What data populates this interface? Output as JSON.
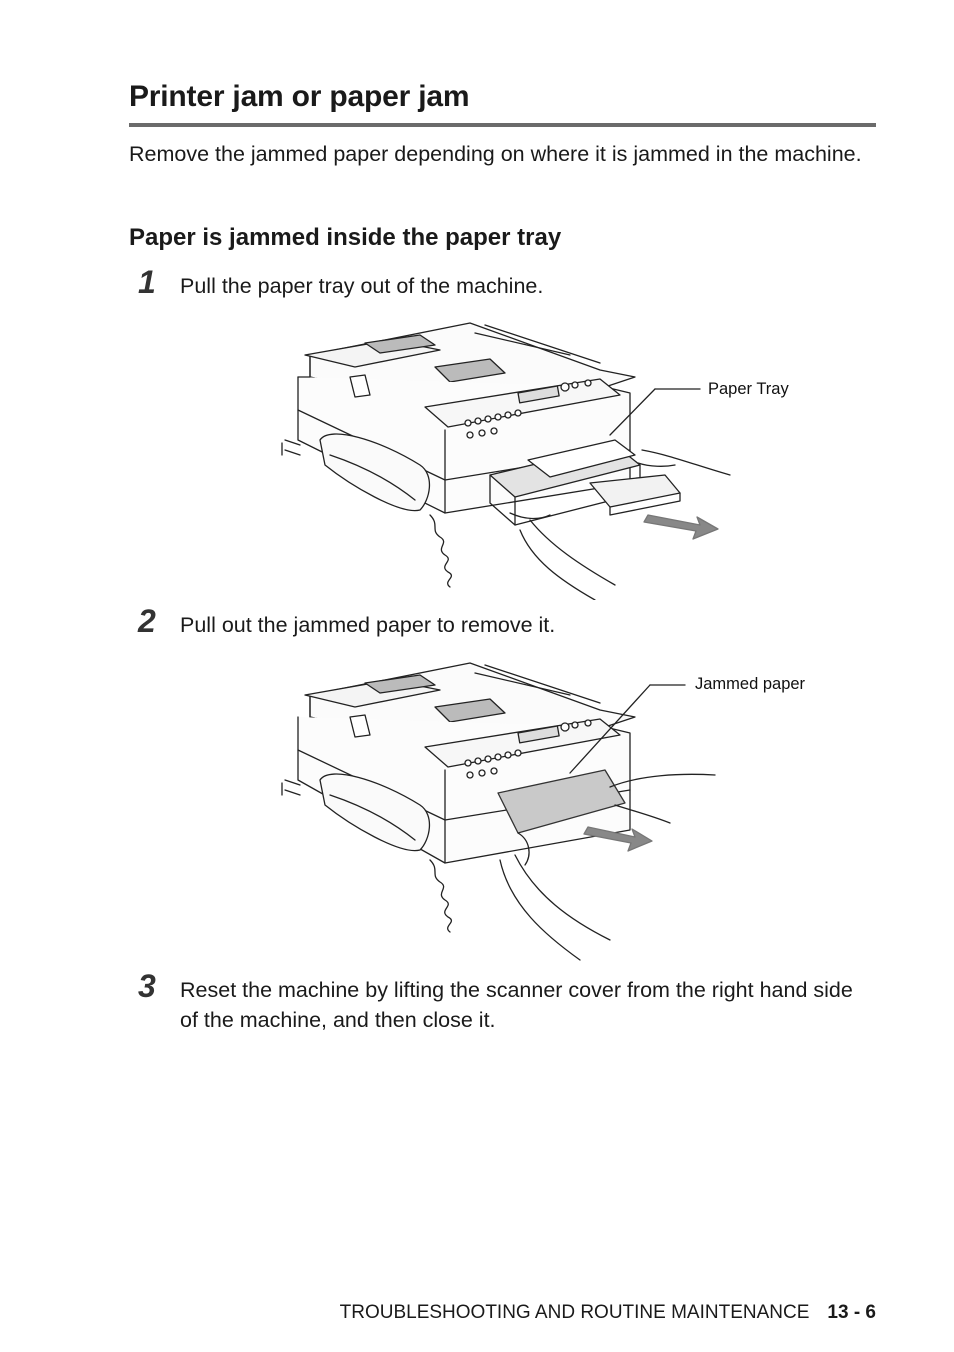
{
  "page": {
    "title": "Printer jam or paper jam",
    "intro": "Remove the jammed paper depending on where it is jammed in the machine.",
    "section_heading": "Paper is jammed inside the paper tray"
  },
  "steps": [
    {
      "number": "1",
      "text": "Pull the paper tray out of the machine."
    },
    {
      "number": "2",
      "text": "Pull out the jammed paper to remove it."
    },
    {
      "number": "3",
      "text": "Reset the machine by lifting the scanner cover from the right hand side of the machine, and then close it."
    }
  ],
  "figures": [
    {
      "callout": "Paper Tray"
    },
    {
      "callout": "Jammed paper"
    }
  ],
  "footer": {
    "chapter": "TROUBLESHOOTING AND ROUTINE MAINTENANCE",
    "page_number": "13 - 6"
  }
}
